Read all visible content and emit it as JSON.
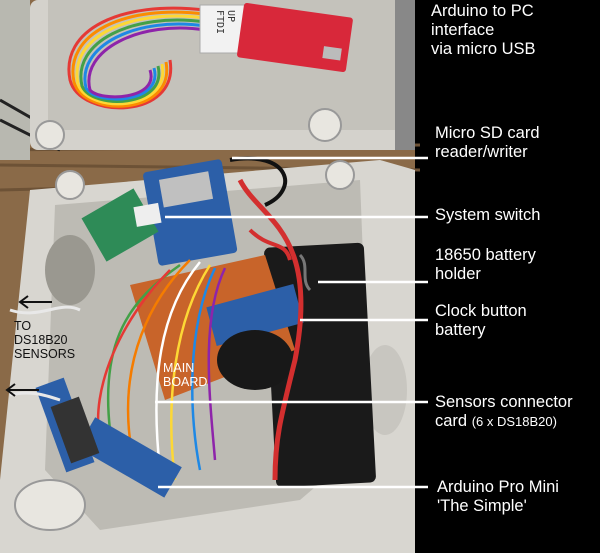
{
  "labels": {
    "arduino_pc": "Arduino to PC\ninterface\nvia micro USB",
    "sd_card": "Micro SD card\nreader/writer",
    "system_switch": "System switch",
    "battery_holder": "18650 battery\nholder",
    "clock_battery": "Clock button\nbattery",
    "sensors_card_main": "Sensors connector\ncard ",
    "sensors_card_sub": "(6 x DS18B20)",
    "pro_mini": "Arduino Pro Mini\n'The Simple'",
    "to_sensors": "TO\nDS18B20\nSENSORS",
    "main_board": "MAIN\nBOARD",
    "ftdi_tag": "UP\nFTDI"
  },
  "colors": {
    "background": "#000000",
    "box_plastic": "#d8d6d0",
    "wood": "#8a6a48",
    "pcb_red": "#d8283a",
    "pcb_blue": "#2c5fa8",
    "proto_orange": "#c8642a",
    "battery_black": "#1a1a1a",
    "pointer_line": "#ffffff"
  }
}
